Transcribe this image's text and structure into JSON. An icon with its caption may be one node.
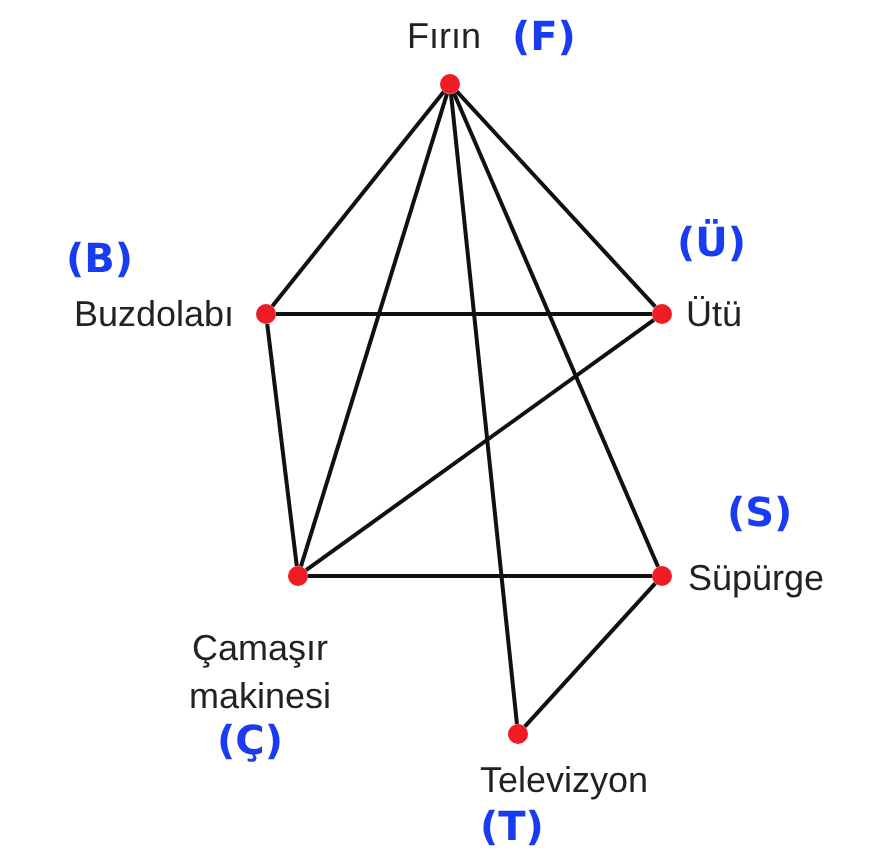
{
  "diagram": {
    "nodes": [
      {
        "text": [
          "Fırın"
        ],
        "beside": [
          "(F)"
        ]
      },
      {
        "text": [
          "Buzdolabı"
        ],
        "beside": [
          "(B)"
        ]
      },
      {
        "text": [
          "Ütü"
        ],
        "beside": [
          "(Ü)"
        ]
      },
      {
        "text": [
          "Çamaşır makinesi"
        ],
        "beside": [
          "(Ç)"
        ]
      },
      {
        "text": [
          "Süpürge"
        ],
        "beside": [
          "(S)"
        ]
      },
      {
        "text": [
          "Televizyon"
        ],
        "beside": [
          "(T)"
        ]
      }
    ],
    "edges": [
      {
        "from": 0,
        "to": 1,
        "arrow": "none"
      },
      {
        "from": 0,
        "to": 2,
        "arrow": "none"
      },
      {
        "from": 0,
        "to": 3,
        "arrow": "none"
      },
      {
        "from": 0,
        "to": 4,
        "arrow": "none"
      },
      {
        "from": 0,
        "to": 5,
        "arrow": "none"
      },
      {
        "from": 1,
        "to": 2,
        "arrow": "none"
      },
      {
        "from": 1,
        "to": 3,
        "arrow": "none"
      },
      {
        "from": 2,
        "to": 3,
        "arrow": "none"
      },
      {
        "from": 3,
        "to": 4,
        "arrow": "none"
      },
      {
        "from": 4,
        "to": 5,
        "arrow": "none"
      }
    ]
  }
}
